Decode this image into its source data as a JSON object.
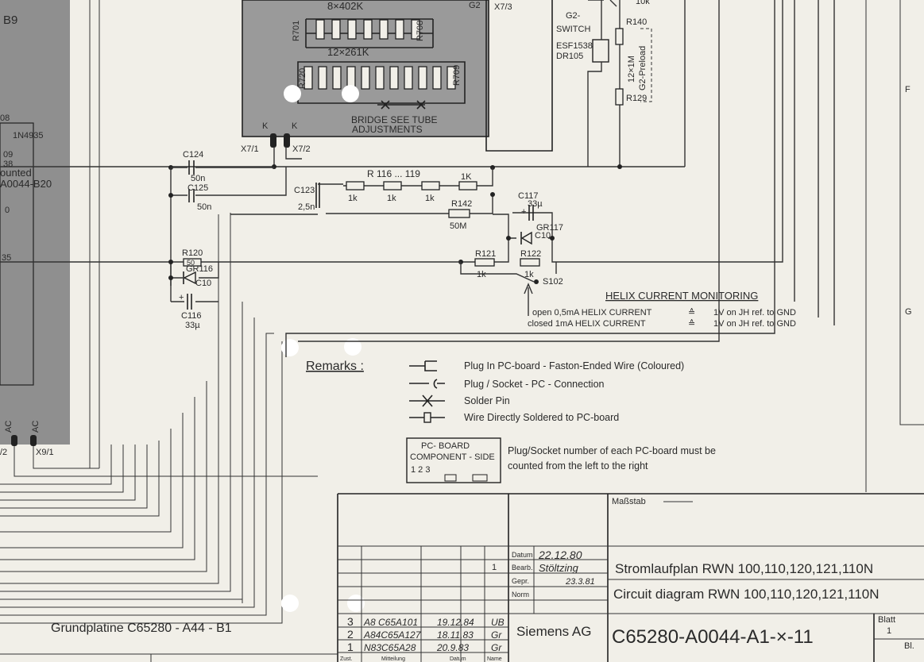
{
  "sheet": {
    "board_a": "B9",
    "board_a_notes": [
      "08",
      "1N4935",
      "09",
      "38",
      "ounted",
      "A0044-B20",
      "0",
      "35"
    ],
    "connectors_left": {
      "ac1": "AC",
      "ac2": "AC",
      "x_left": "/2",
      "x91": "X9/1"
    },
    "zone_letters": [
      "F",
      "G"
    ]
  },
  "network": {
    "top_label": "8×402K",
    "r701": "R701",
    "r708": "R708",
    "mid_label": "12×261K",
    "r720": "R720",
    "r709": "R709",
    "g2": "G2",
    "x73": "X7/3",
    "bridge": "BRIDGE SEE TUBE",
    "adjust": "ADJUSTMENTS",
    "k1": "K",
    "k2": "K",
    "x71": "X7/1",
    "x72": "X7/2"
  },
  "g2switch": {
    "label1": "G2-",
    "label2": "SWITCH",
    "relay1": "ESF1538",
    "relay2": "DR105",
    "r140": "R140",
    "r10k": "10k",
    "r129": "R129",
    "preload1": "12×1M",
    "preload2": "G2-Preload"
  },
  "components": {
    "c124": "C124",
    "c124v": "50n",
    "c125": "C125",
    "c125v": "50n",
    "c123": "C123",
    "c123v": "2,5n",
    "r116": "R 116 ... 119",
    "k1": "1k",
    "k2": "1k",
    "k3": "1k",
    "k4": "1K",
    "r142": "R142",
    "r142v": "50M",
    "c117": "C117",
    "c117v": "33µ",
    "gr117": "GR117",
    "c10a": "C10",
    "r121": "R121",
    "r121v": "1k",
    "r122": "R122",
    "r122v": "1k",
    "s102": "S102",
    "r120": "R120",
    "r120v": "50",
    "gr116": "GR116",
    "c10b": "C10",
    "c116": "C116",
    "c116v": "33µ"
  },
  "helix": {
    "title": "HELIX CURRENT MONITORING",
    "line1_a": "open 0,5mA HELIX CURRENT",
    "line1_b": "≙",
    "line1_c": "1V on JH ref. to GND",
    "line2_a": "closed 1mA HELIX CURRENT",
    "line2_b": "≙",
    "line2_c": "1V on JH ref. to GND"
  },
  "remarks": {
    "title": "Remarks :",
    "items": [
      "Plug In PC-board - Faston-Ended Wire (Coloured)",
      "Plug / Socket - PC - Connection",
      "Solder Pin",
      "Wire Directly Soldered to PC-board"
    ],
    "pcb_box1": "PC- BOARD",
    "pcb_box2": "COMPONENT - SIDE",
    "pcb_box3": "1 2 3",
    "pcb_note1": "Plug/Socket number of each PC-board must be",
    "pcb_note2": "counted from the left to the right"
  },
  "titleblock": {
    "massstab": "Maßstab",
    "datum_lbl": "Datum",
    "datum": "22.12.80",
    "bearb_lbl": "Bearb.",
    "bearb": "Stöltzing",
    "gepr_lbl": "Gepr.",
    "gepr": "23.3.81",
    "norm_lbl": "Norm",
    "col1": "1",
    "title_de": "Stromlaufplan RWN 100,110,120,121,110N",
    "title_en": "Circuit diagram RWN 100,110,120,121,110N",
    "company": "Siemens AG",
    "drawing_no": "C65280-A0044-A1-×-11",
    "blatt_lbl": "Blatt",
    "blatt": "1",
    "bl_lbl": "Bl.",
    "board_name": "Grundplatine C65280 - A44 - B1",
    "rev": [
      {
        "n": "3",
        "text": "A8 C65A101",
        "date": "19.12.84",
        "sig": "UB"
      },
      {
        "n": "2",
        "text": "A84C65A127",
        "date": "18.11.83",
        "sig": "Gr"
      },
      {
        "n": "1",
        "text": "N83C65A28",
        "date": "20.9.83",
        "sig": "Gr"
      }
    ],
    "bottom_labels": [
      "Zust.",
      "Mitteilung",
      "Datum",
      "Name"
    ]
  }
}
